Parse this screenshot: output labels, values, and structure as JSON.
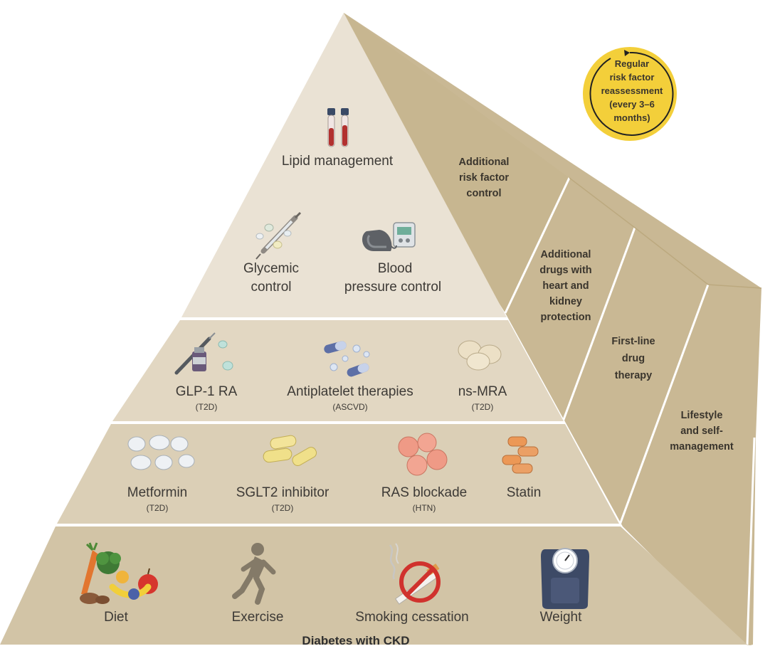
{
  "colors": {
    "tier_top": "#eae2d4",
    "tier_mid": "#e2d7c2",
    "tier_low": "#dbcfb6",
    "tier_base": "#d2c4a6",
    "side_face": "#c9b894",
    "badge_fill": "#f3cf3a",
    "text": "#3d3a36"
  },
  "tier_top": {
    "lipid": "Lipid management",
    "glycemic": [
      "Glycemic",
      "control"
    ],
    "bp": [
      "Blood",
      "pressure control"
    ]
  },
  "tier2": {
    "glp1": {
      "name": "GLP-1 RA",
      "note": "(T2D)"
    },
    "antiplatelet": {
      "name": "Antiplatelet therapies",
      "note": "(ASCVD)"
    },
    "nsmra": {
      "name": "ns-MRA",
      "note": "(T2D)"
    }
  },
  "tier3": {
    "metformin": {
      "name": "Metformin",
      "note": "(T2D)"
    },
    "sglt2": {
      "name": "SGLT2 inhibitor",
      "note": "(T2D)"
    },
    "ras": {
      "name": "RAS blockade",
      "note": "(HTN)"
    },
    "statin": {
      "name": "Statin"
    }
  },
  "tier_base": {
    "diet": "Diet",
    "exercise": "Exercise",
    "smoking": "Smoking cessation",
    "weight": "Weight"
  },
  "side_labels": {
    "additional_risk": [
      "Additional",
      "risk factor",
      "control"
    ],
    "additional_drugs": [
      "Additional",
      "drugs with",
      "heart and",
      "kidney",
      "protection"
    ],
    "first_line": [
      "First-line",
      "drug",
      "therapy"
    ],
    "lifestyle": [
      "Lifestyle",
      "and self-",
      "management"
    ]
  },
  "badge": [
    "Regular",
    "risk factor",
    "reassessment",
    "(every 3–6",
    "months)"
  ],
  "caption": "Diabetes with CKD",
  "icons": [
    "blood-tubes-icon",
    "syringe-pills-icon",
    "bp-monitor-icon",
    "injection-pen-icon",
    "capsules-icon",
    "round-pills-icon",
    "white-tablets-icon",
    "yellow-capsules-icon",
    "pink-tablets-icon",
    "orange-pills-icon",
    "fruits-vegetables-icon",
    "runner-icon",
    "no-smoking-icon",
    "scale-icon",
    "cycle-arrow-icon"
  ]
}
